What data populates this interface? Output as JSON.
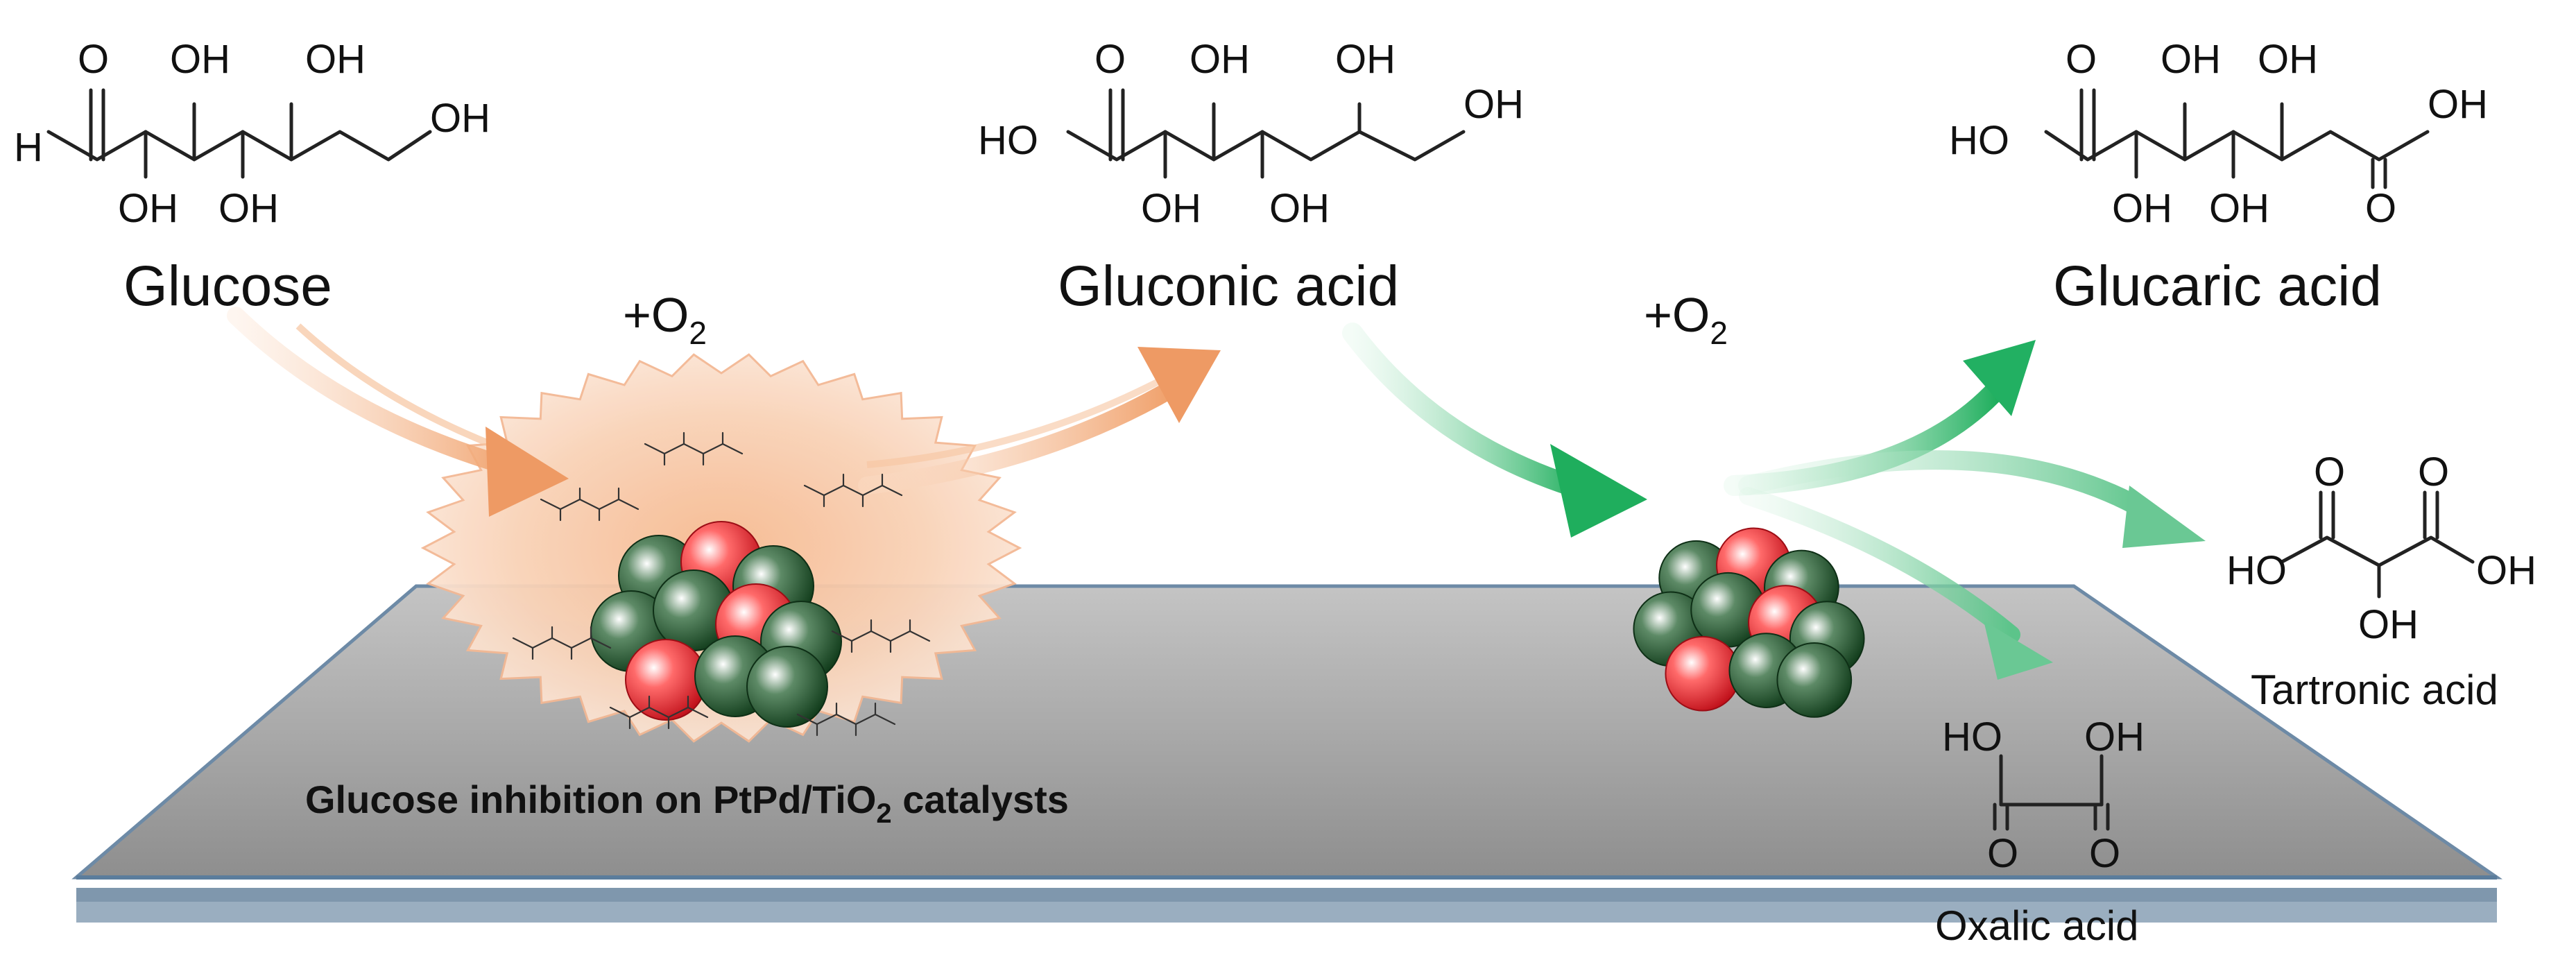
{
  "molecules": {
    "glucose": {
      "name": "Glucose",
      "atoms": {
        "o": "O",
        "h": "H",
        "oh1": "OH",
        "oh2": "OH",
        "oh3": "OH",
        "oh4": "OH",
        "oh5": "OH"
      }
    },
    "gluconic": {
      "name": "Gluconic acid",
      "atoms": {
        "o": "O",
        "ho": "HO",
        "oh1": "OH",
        "oh2": "OH",
        "oh3": "OH",
        "oh4": "OH",
        "oh5": "OH"
      }
    },
    "glucaric": {
      "name": "Glucaric acid",
      "atoms": {
        "o1": "O",
        "ho": "HO",
        "oh1": "OH",
        "oh2": "OH",
        "oh3": "OH",
        "oh4": "OH",
        "oh5": "OH",
        "o2": "O"
      }
    },
    "tartronic": {
      "name": "Tartronic acid",
      "atoms": {
        "o1": "O",
        "o2": "O",
        "ho": "HO",
        "oh1": "OH",
        "oh2": "OH"
      }
    },
    "oxalic": {
      "name": "Oxalic acid",
      "atoms": {
        "ho": "HO",
        "oh": "OH",
        "o1": "O",
        "o2": "O"
      }
    }
  },
  "reagents": {
    "o2_first": {
      "prefix": "+O",
      "sub": "2"
    },
    "o2_second": {
      "prefix": "+O",
      "sub": "2"
    }
  },
  "caption": {
    "text": "Glucose inhibition on PtPd/TiO",
    "sub": "2",
    "suffix": " catalysts"
  },
  "colors": {
    "orange_arrow": "#f2a877",
    "green_arrow": "#2fb86b",
    "halo": "#f7c8a6",
    "support_top": "#a7a7a7",
    "support_edge": "#6d8aa6",
    "pt_atom": "#e0202a",
    "pd_atom": "#1f5a2c"
  }
}
